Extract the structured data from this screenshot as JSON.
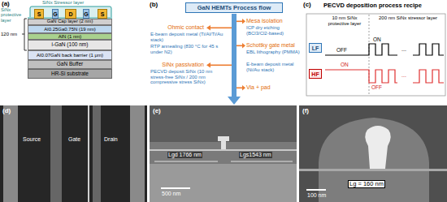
{
  "diagram": {
    "nodes": [
      {
        "text": [
          "S"
        ]
      },
      {
        "text": [
          "G"
        ]
      },
      {
        "text": [
          "D"
        ]
      },
      {
        "text": [
          "G"
        ]
      },
      {
        "text": [
          "S"
        ]
      },
      {
        "text": [
          "GaN Cap layer (2 nm)"
        ]
      },
      {
        "text": [
          "Al0.25Ga0.75N (19 nm)"
        ]
      },
      {
        "text": [
          "AlN (1 nm)"
        ]
      },
      {
        "text": [
          "i-GaN (100 nm)"
        ]
      },
      {
        "text": [
          "Al0.07GaN back barrier (1 μm)"
        ]
      },
      {
        "text": [
          "GaN Buffer"
        ]
      },
      {
        "text": [
          "HR-Si substrate"
        ]
      },
      {
        "text": [
          "GaN HEMTs Process flow"
        ]
      },
      {
        "text": [
          "LF"
        ]
      },
      {
        "text": [
          "HF"
        ]
      }
    ],
    "labels": [
      "(a)",
      "SiNx Stressor layer",
      "SiNx protective layer",
      "120 nm",
      "(b)",
      "Mesa isolation",
      "ICP dry etching (BCl3/Cl2-based)",
      "Ohmic contact",
      "E-beam deposit metal (Ti/Al/Ti/Au stack)",
      "RTP annealing (830 °C for 45 s under N2)",
      "Schottky gate metal",
      "EBL lithography (PMMA)",
      "E-beam deposit metal (Ni/Au stack)",
      "SiNx passivation",
      "PECVD deposit SiNx (10 nm stress-free SiNx / 200 nm compressive stress SiNx)",
      "Via + pad",
      "(c)",
      "PECVD deposition process recipe",
      "10 nm SiNx protective layer",
      "200 nm SiNx stressor layer",
      "OFF",
      "ON",
      "...",
      "ON",
      "OFF",
      "...",
      "(d)",
      "Source",
      "Gate",
      "Drain",
      "(e)",
      "Lgd 1766 nm",
      "Lgs1543 nm",
      "500 nm",
      "(f)",
      "Lg = 160 nm",
      "100 nm"
    ]
  }
}
